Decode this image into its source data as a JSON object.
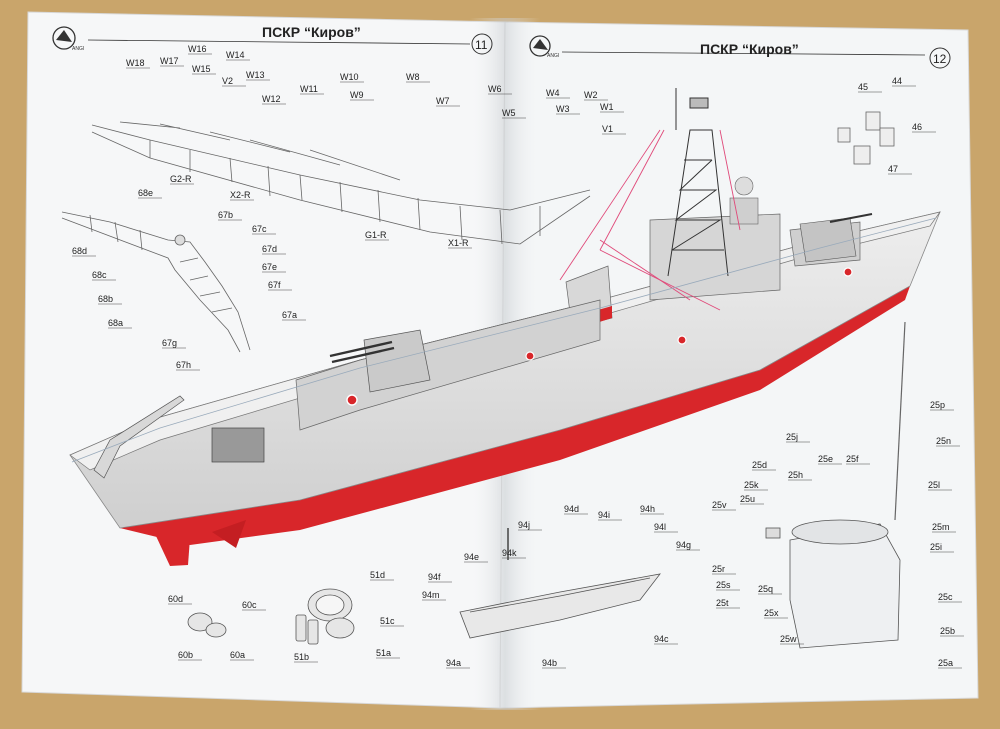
{
  "left_page": {
    "title": "ПСКР “Киров”",
    "page_number": "11",
    "logo_text": "ANGI",
    "callouts": {
      "frame": [
        "W18",
        "W17",
        "W16",
        "W15",
        "W14",
        "V2",
        "W13",
        "W12",
        "W11",
        "W10",
        "W9",
        "W8",
        "W7",
        "W6",
        "W5",
        "G2-R",
        "X2-R",
        "G1-R",
        "X1-R"
      ],
      "mast": [
        "68e",
        "67b",
        "67c",
        "67d",
        "67e",
        "67f",
        "68d",
        "68c",
        "68b",
        "68a",
        "67g",
        "67h",
        "67a"
      ],
      "bitt": [
        "60d",
        "60c",
        "60b",
        "60a"
      ],
      "bollard": [
        "51d",
        "51c",
        "51b",
        "51a"
      ]
    }
  },
  "right_page": {
    "title": "ПСКР “Киров”",
    "page_number": "12",
    "logo_text": "ANGI",
    "callouts": {
      "bow": [
        "W4",
        "W3",
        "W2",
        "W1",
        "V1"
      ],
      "parts": [
        "45",
        "44",
        "46",
        "47"
      ],
      "boat": [
        "94d",
        "94h",
        "94j",
        "94i",
        "94l",
        "94k",
        "94g",
        "94e",
        "94f",
        "94m",
        "94c",
        "94a",
        "94b"
      ],
      "funnel": [
        "25p",
        "25j",
        "25n",
        "25d",
        "25e",
        "25f",
        "25k",
        "25h",
        "25l",
        "25u",
        "25v",
        "25m",
        "25i",
        "25r",
        "25s",
        "25q",
        "25t",
        "25c",
        "25x",
        "25b",
        "25w",
        "25a"
      ]
    }
  },
  "colors": {
    "hull_red": "#d8262a",
    "hull_grey": "#e2e2e2",
    "paper": "#f6f7f8",
    "rigging_pink": "#e04a7a"
  }
}
